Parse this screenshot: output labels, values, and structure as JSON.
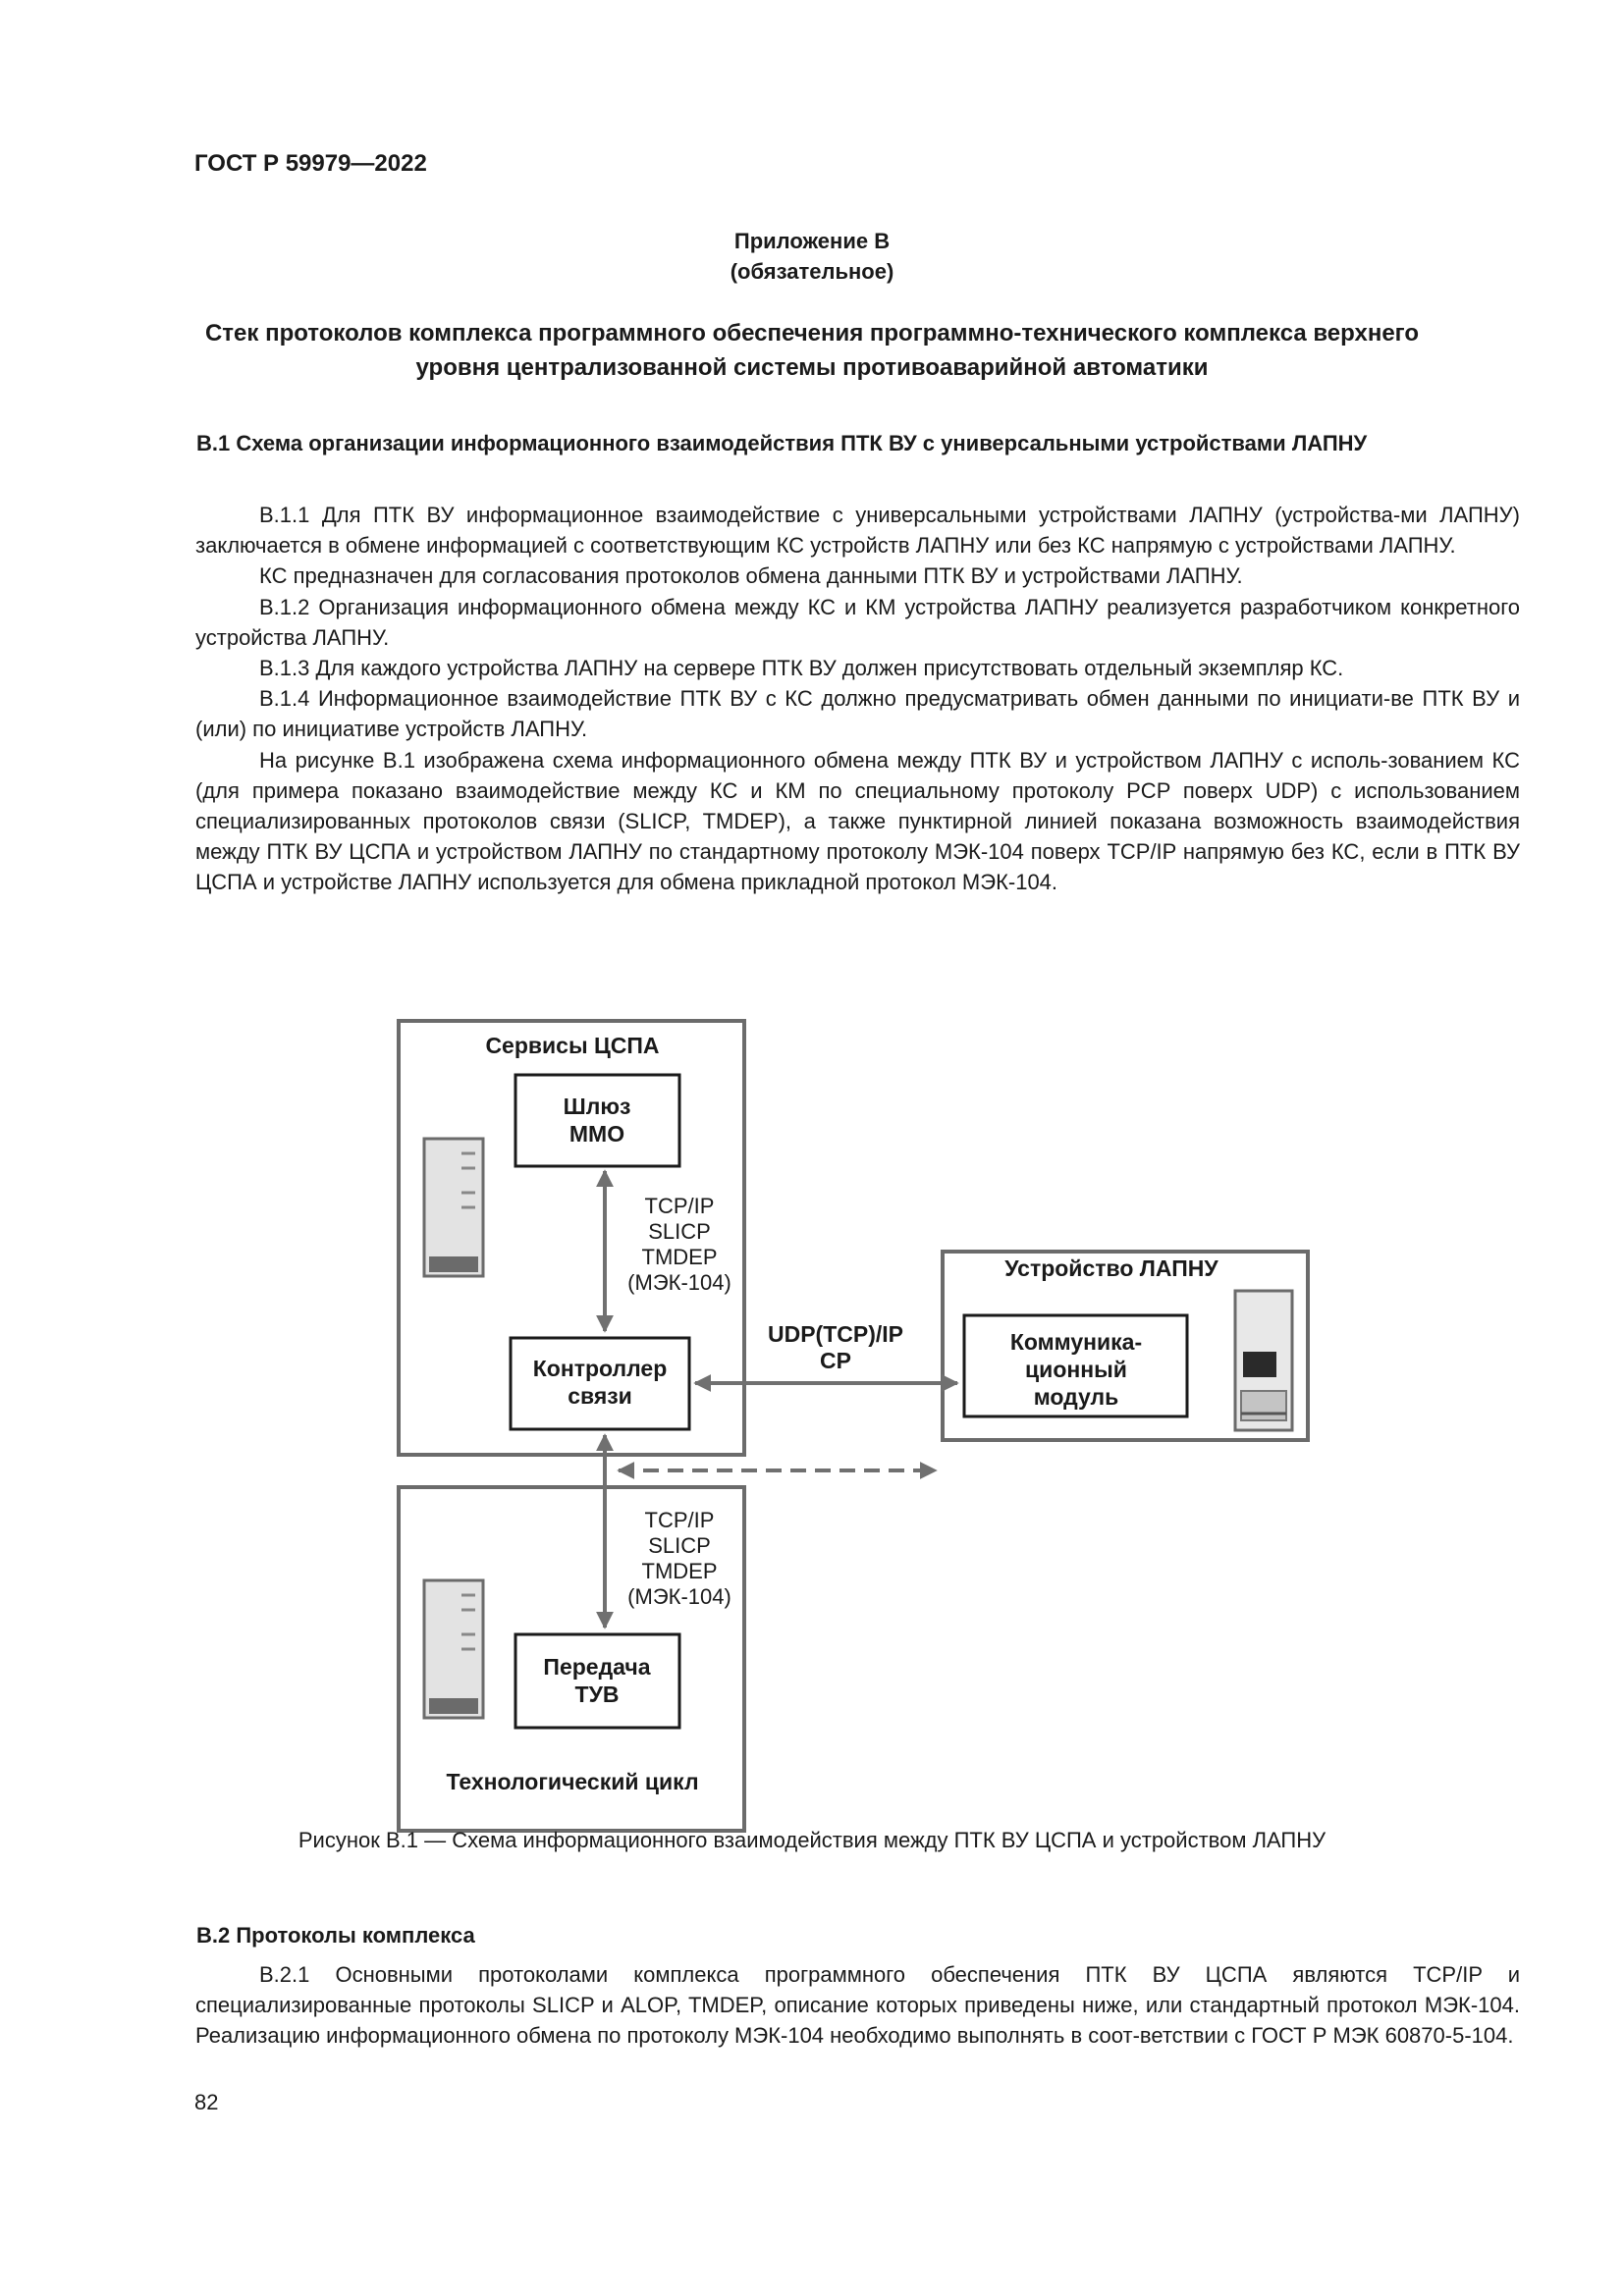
{
  "header": {
    "doc_number": "ГОСТ Р 59979—2022"
  },
  "annex": {
    "label": "Приложение В",
    "status": "(обязательное)",
    "title": "Стек протоколов комплекса программного обеспечения программно-технического комплекса верхнего уровня централизованной системы противоаварийной автоматики"
  },
  "section1": {
    "heading": "В.1 Схема организации информационного взаимодействия ПТК ВУ с универсальными устройствами ЛАПНУ",
    "paragraphs": [
      "В.1.1 Для ПТК ВУ информационное взаимодействие с универсальными устройствами ЛАПНУ (устройства-ми ЛАПНУ) заключается в обмене информацией с соответствующим КС устройств ЛАПНУ или без КС напрямую с устройствами ЛАПНУ.",
      "КС предназначен для согласования протоколов обмена данными ПТК ВУ и устройствами ЛАПНУ.",
      "В.1.2 Организация информационного обмена между КС и КМ устройства ЛАПНУ реализуется разработчиком конкретного устройства ЛАПНУ.",
      "В.1.3 Для каждого устройства ЛАПНУ на сервере ПТК ВУ должен присутствовать отдельный экземпляр КС.",
      "В.1.4 Информационное взаимодействие ПТК ВУ с КС должно предусматривать обмен данными по инициати-ве ПТК ВУ и (или) по инициативе устройств ЛАПНУ.",
      "На рисунке В.1 изображена схема информационного обмена между ПТК ВУ и устройством ЛАПНУ с исполь-зованием КС (для примера показано взаимодействие между КС и КМ по специальному протоколу PCP поверх UDP) с использованием специализированных протоколов связи (SLICP, TMDEP), а также пунктирной линией показана возможность взаимодействия между ПТК ВУ ЦСПА и устройством ЛАПНУ по стандартному протоколу МЭК-104 поверх TCP/IP напрямую без КС, если в ПТК ВУ ЦСПА и устройстве ЛАПНУ используется для обмена прикладной протокол МЭК-104."
    ]
  },
  "diagram": {
    "services_title": "Сервисы ЦСПА",
    "gateway_line1": "Шлюз",
    "gateway_line2": "ММО",
    "controller_line1": "Контроллер",
    "controller_line2": "связи",
    "device_title": "Устройство ЛАПНУ",
    "comm_line1": "Коммуника-",
    "comm_line2": "ционный",
    "comm_line3": "модуль",
    "link_line1": "UDP(TCP)/IP",
    "link_line2": "CP",
    "upper_protocols": [
      "TCP/IP",
      "SLICP",
      "TMDEP",
      "(МЭК-104)"
    ],
    "lower_protocols": [
      "TCP/IP",
      "SLICP",
      "TMDEP",
      "(МЭК-104)"
    ],
    "transfer_line1": "Передача",
    "transfer_line2": "ТУВ",
    "tech_title": "Технологический цикл"
  },
  "caption": "Рисунок В.1 — Схема информационного взаимодействия между ПТК ВУ ЦСПА и устройством ЛАПНУ",
  "section2": {
    "heading": "В.2 Протоколы комплекса",
    "paragraphs": [
      "В.2.1 Основными протоколами комплекса программного обеспечения ПТК ВУ ЦСПА являются TCP/IP и специализированные протоколы SLICP и ALOP, TMDEP, описание которых приведены ниже, или стандартный протокол МЭК-104. Реализацию информационного обмена по протоколу МЭК-104 необходимо выполнять в соот-ветствии с ГОСТ Р МЭК 60870-5-104."
    ]
  },
  "page_number": "82"
}
